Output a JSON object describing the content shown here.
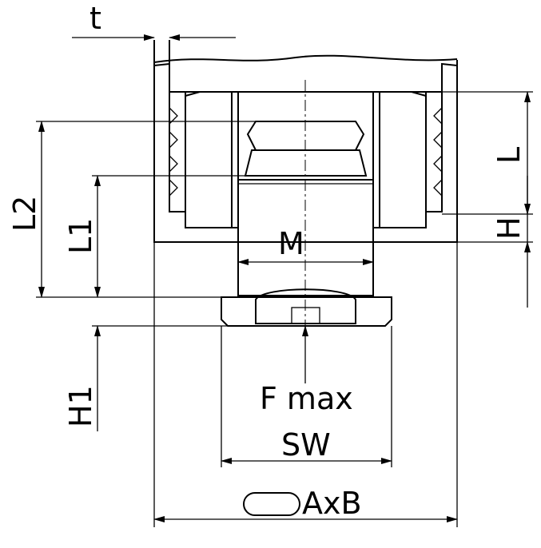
{
  "labels": {
    "t": "t",
    "L2": "L2",
    "L1": "L1",
    "M": "M",
    "L": "L",
    "H": "H",
    "H1": "H1",
    "F_max": "F max",
    "SW": "SW",
    "AxB": "AxB"
  },
  "colors": {
    "line": "#000000",
    "background": "#ffffff"
  }
}
